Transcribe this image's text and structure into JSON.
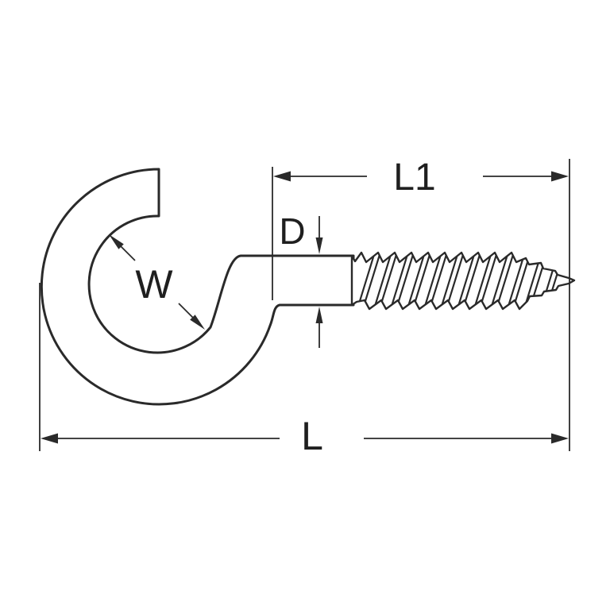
{
  "page": {
    "background": "#ffffff"
  },
  "drawing": {
    "type": "technical-dimension-diagram",
    "line_color": "#2a2a2a",
    "text_color": "#1f1f1f",
    "labels": {
      "shank_length": "L1",
      "diameter": "D",
      "hook_width": "W",
      "overall_length": "L"
    }
  }
}
